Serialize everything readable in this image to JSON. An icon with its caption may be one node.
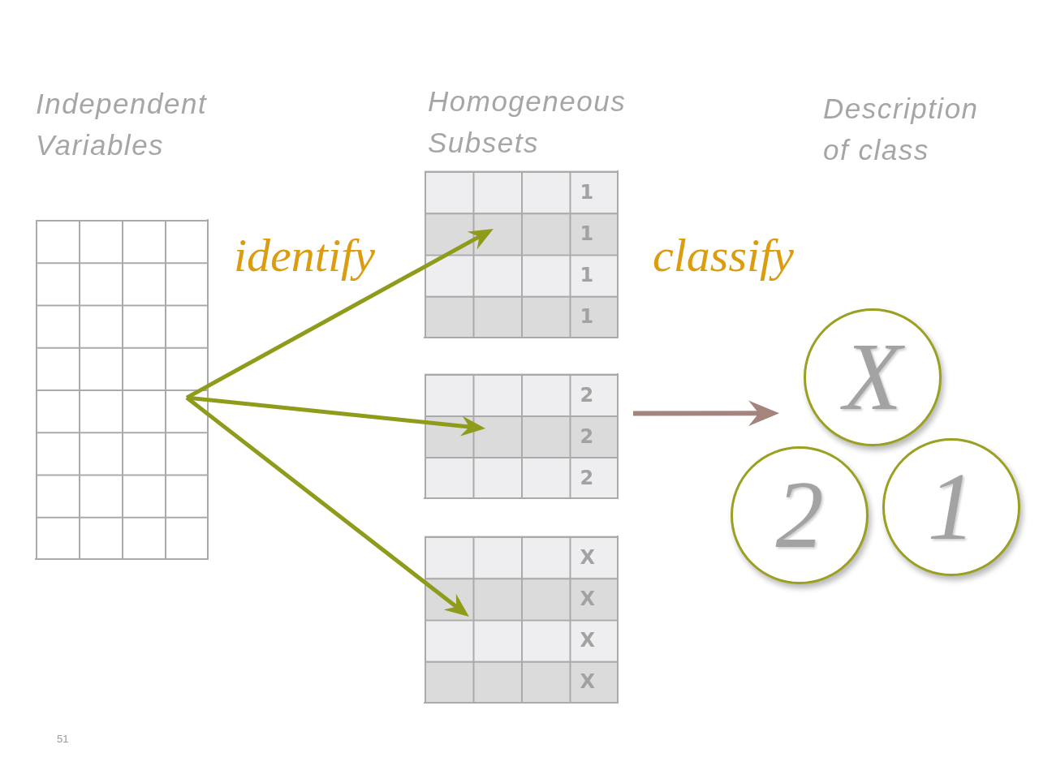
{
  "diagram": {
    "nodes": [
      {
        "text": [],
        "shape": "grid"
      },
      {
        "text": [
          "1",
          "1",
          "1",
          "1"
        ]
      },
      {
        "text": [
          "2",
          "2",
          "2"
        ]
      },
      {
        "text": [
          "X",
          "X",
          "X",
          "X"
        ]
      },
      {
        "text": [
          "X"
        ]
      },
      {
        "text": [
          "2"
        ]
      },
      {
        "text": [
          "1"
        ]
      }
    ],
    "edges": [
      {
        "from": 0,
        "to": 1,
        "arrow": "to"
      },
      {
        "from": 0,
        "to": 2,
        "arrow": "to"
      },
      {
        "from": 0,
        "to": 3,
        "arrow": "to"
      },
      {
        "from": 2,
        "to": 4,
        "arrow": "to",
        "color": "#a4847c"
      }
    ],
    "labels": [
      "Independent Variables",
      "Homogeneous Subsets",
      "Description of class",
      "identify",
      "classify",
      "51"
    ]
  }
}
